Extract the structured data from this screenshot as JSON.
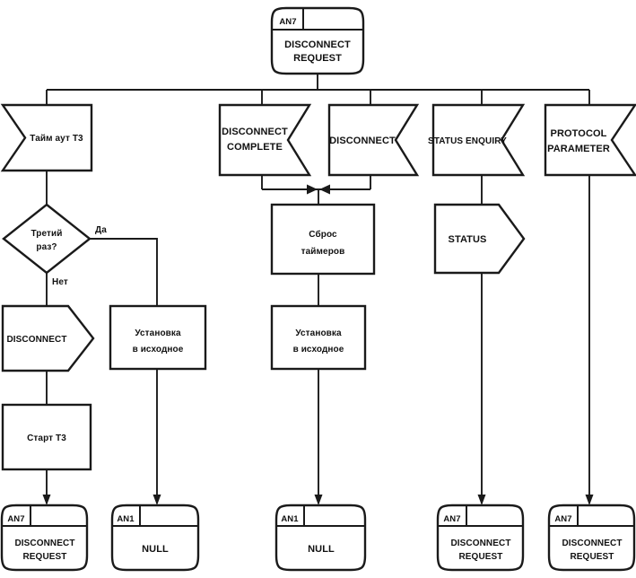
{
  "diagram": {
    "colors": {
      "ink": "#1a1a1a",
      "paper": "#ffffff"
    },
    "top_state": {
      "tab": "AN7",
      "line1": "DISCONNECT",
      "line2": "REQUEST"
    },
    "inputs": {
      "timeout_t3": {
        "label": "Тайм аут Т3"
      },
      "disconnect_complete": {
        "line1": "DISCONNECT",
        "line2": "COMPLETE"
      },
      "disconnect": {
        "label": "DISCONNECT"
      },
      "status_enquiry": {
        "label": "STATUS ENQUIRY"
      },
      "protocol_parameter": {
        "line1": "PROTOCOL",
        "line2": "PARAMETER"
      }
    },
    "decision_third_time": {
      "line1": "Третий",
      "line2": "раз?",
      "yes_label": "Да",
      "no_label": "Нет"
    },
    "outputs": {
      "disconnect": {
        "label": "DISCONNECT"
      },
      "status": {
        "label": "STATUS"
      }
    },
    "tasks": {
      "start_t3": {
        "label": "Старт Т3"
      },
      "reset_to_initial_left": {
        "line1": "Установка",
        "line2": "в исходное"
      },
      "reset_timers": {
        "line1": "Сброс",
        "line2": "таймеров"
      },
      "reset_to_initial_middle": {
        "line1": "Установка",
        "line2": "в исходное"
      }
    },
    "end_states": {
      "disconnect_request_left": {
        "tab": "AN7",
        "line1": "DISCONNECT",
        "line2": "REQUEST"
      },
      "null_left": {
        "tab": "AN1",
        "label": "NULL"
      },
      "null_middle": {
        "tab": "AN1",
        "label": "NULL"
      },
      "disconnect_request_right": {
        "tab": "AN7",
        "line1": "DISCONNECT",
        "line2": "REQUEST"
      },
      "disconnect_request_far_right": {
        "tab": "AN7",
        "line1": "DISCONNECT",
        "line2": "REQUEST"
      }
    }
  }
}
